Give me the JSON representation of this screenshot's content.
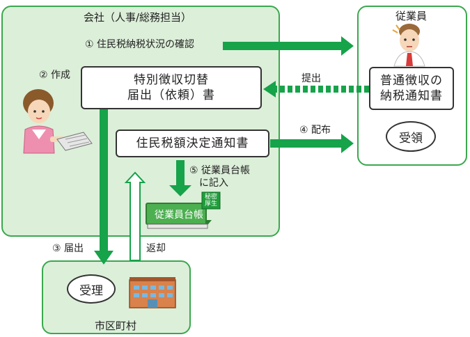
{
  "company": {
    "title": "会社（人事/総務担当）"
  },
  "employee": {
    "title": "従業員"
  },
  "city": {
    "title": "市区町村"
  },
  "steps": {
    "step1": "① 住民税納税状況の確認",
    "step2": "② 作成",
    "step3": "③ 届出",
    "step4": "④ 配布",
    "step5_line1": "⑤ 従業員台帳",
    "step5_line2": "に記入",
    "submit": "提出",
    "return": "返却"
  },
  "boxes": {
    "special_line1": "特別徴収切替",
    "special_line2": "届出（依頼）書",
    "notice": "住民税額決定通知書",
    "ordinary_line1": "普通徴収の",
    "ordinary_line2": "納税通知書",
    "receive": "受領",
    "accept": "受理"
  },
  "ledger": {
    "label": "従業員台帳",
    "badge_line1": "秘密",
    "badge_line2": "厚生"
  },
  "colors": {
    "accent_green": "#16a34a",
    "region_fill": "#dcefd9",
    "region_border": "#3aa84e"
  }
}
